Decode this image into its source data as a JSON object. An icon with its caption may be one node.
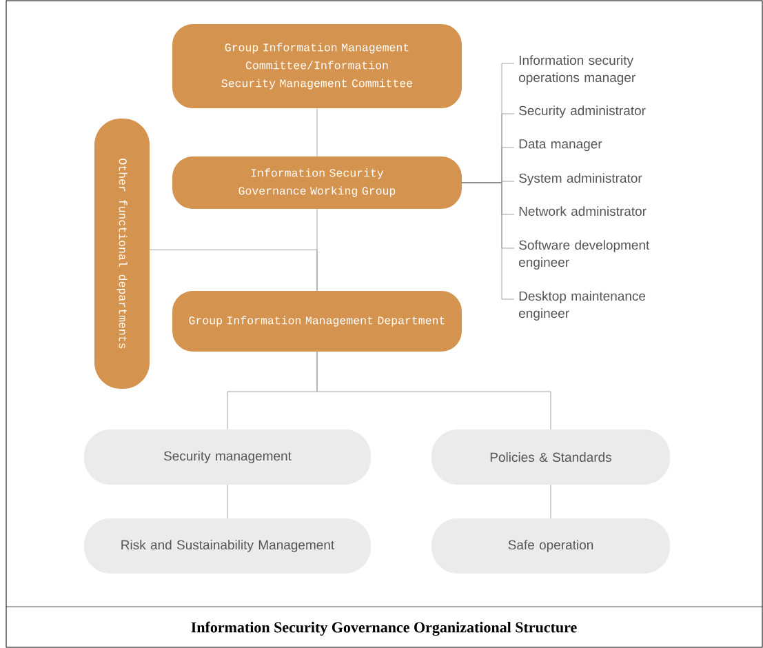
{
  "diagram": {
    "caption": "Information Security Governance Organizational Structure",
    "nodes": [
      {
        "text": [
          "Group Information Management Committee/Information Security Management Committee"
        ]
      },
      {
        "text": [
          "Information Security Governance Working Group"
        ]
      },
      {
        "text": [
          "Other functional departments"
        ]
      },
      {
        "text": [
          "Group Information Management Department"
        ]
      },
      {
        "text": [
          "Security management"
        ]
      },
      {
        "text": [
          "Policies & Standards"
        ]
      },
      {
        "text": [
          "Risk and Sustainability Management"
        ]
      },
      {
        "text": [
          "Safe operation"
        ]
      },
      {
        "text": [
          "Information security operations manager"
        ]
      },
      {
        "text": [
          "Security administrator"
        ]
      },
      {
        "text": [
          "Data manager"
        ]
      },
      {
        "text": [
          "System administrator"
        ]
      },
      {
        "text": [
          "Network administrator"
        ]
      },
      {
        "text": [
          "Software development engineer"
        ]
      },
      {
        "text": [
          "Desktop maintenance engineer"
        ]
      }
    ],
    "edges": [
      {
        "from": 0,
        "to": 1,
        "arrow": "none"
      },
      {
        "from": 1,
        "to": 3,
        "arrow": "none"
      },
      {
        "from": 2,
        "to": 3,
        "arrow": "none"
      },
      {
        "from": 3,
        "to": 4,
        "arrow": "none"
      },
      {
        "from": 3,
        "to": 5,
        "arrow": "none"
      },
      {
        "from": 4,
        "to": 6,
        "arrow": "none"
      },
      {
        "from": 5,
        "to": 7,
        "arrow": "none"
      },
      {
        "from": 1,
        "to": 8,
        "arrow": "none"
      },
      {
        "from": 1,
        "to": 9,
        "arrow": "none"
      },
      {
        "from": 1,
        "to": 10,
        "arrow": "none"
      },
      {
        "from": 1,
        "to": 11,
        "arrow": "none"
      },
      {
        "from": 1,
        "to": 12,
        "arrow": "none"
      },
      {
        "from": 1,
        "to": 13,
        "arrow": "none"
      },
      {
        "from": 1,
        "to": 14,
        "arrow": "none"
      }
    ]
  }
}
